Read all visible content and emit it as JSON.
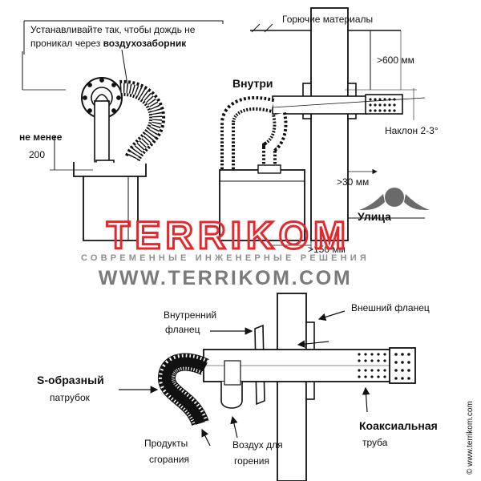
{
  "top_left": {
    "instruction_line1": "Устанавливайте так, чтобы дождь не",
    "instruction_line2_prefix": "проникал через",
    "instruction_line2_bold": "воздухозаборник",
    "min_label": "не менее",
    "min_value": "200"
  },
  "top_right": {
    "combustible": "Горючие материалы",
    "inside": "Внутри",
    "dist_600": ">600 мм",
    "slope": "Наклон 2-3°",
    "dist_30": ">30 мм",
    "outside": "Улица",
    "dist_150": ">150 мм"
  },
  "watermark": {
    "logo": "TERRIKOM",
    "tagline": "СОВРЕМЕННЫЕ ИНЖЕНЕРНЫЕ РЕШЕНИЯ",
    "url": "WWW.TERRIKOM.COM",
    "logo_color": "#e8262b",
    "text_color": "#8e8e8e"
  },
  "bottom": {
    "inner_flange_1": "Внутренний",
    "inner_flange_2": "фланец",
    "outer_flange": "Внешний фланец",
    "s_pipe_1": "S-образный",
    "s_pipe_2": "патрубок",
    "products_1": "Продукты",
    "products_2": "сгорания",
    "air_1": "Воздух для",
    "air_2": "горения",
    "coax_1": "Коаксиальная",
    "coax_2": "труба"
  },
  "side_credit": "© www.terrikom.com"
}
